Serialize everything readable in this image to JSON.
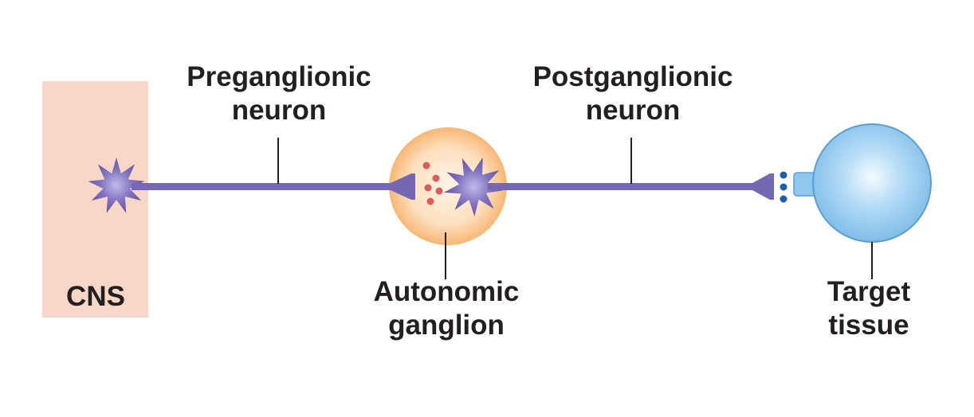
{
  "labels": {
    "preganglionic": {
      "line1": "Preganglionic",
      "line2": "neuron"
    },
    "postganglionic": {
      "line1": "Postganglionic",
      "line2": "neuron"
    },
    "ganglion": {
      "line1": "Autonomic",
      "line2": "ganglion"
    },
    "target": {
      "line1": "Target",
      "line2": "tissue"
    },
    "cns": "CNS"
  },
  "colors": {
    "cns_region": "#f9d6c5",
    "neuron": "#7568b3",
    "neuron_highlight": "#b0a8e0",
    "ganglion": "#fcd3a8",
    "ganglion_edge": "#f5b36f",
    "neurotransmitter_pre": "#e05a5a",
    "neurotransmitter_post": "#1f5ea8",
    "target_cell": "#8fc7ee",
    "target_cell_highlight": "#e8f5fd",
    "target_cell_edge": "#5a9fd2",
    "leader_line": "#231f20",
    "text": "#231f20"
  }
}
